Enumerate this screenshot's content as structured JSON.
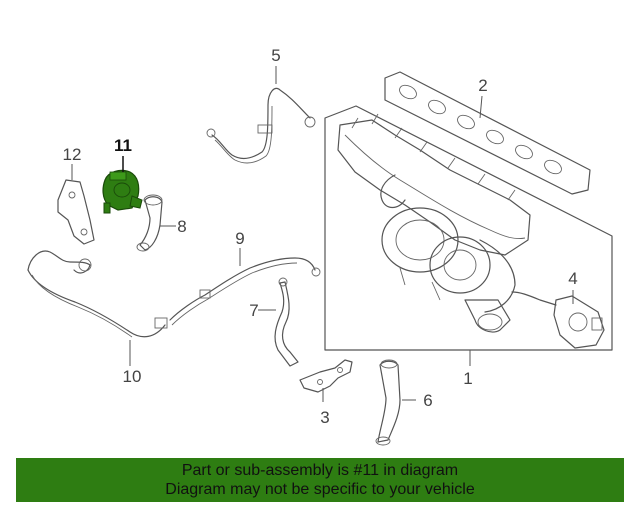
{
  "diagram": {
    "callouts": {
      "c1": "1",
      "c2": "2",
      "c3": "3",
      "c4": "4",
      "c5": "5",
      "c6": "6",
      "c7": "7",
      "c8": "8",
      "c9": "9",
      "c10": "10",
      "c11": "11",
      "c12": "12"
    },
    "highlighted_part": "11",
    "highlight_color": "#2e7d12",
    "line_color": "#555555"
  },
  "banner": {
    "line1": "Part or sub-assembly is #11 in diagram",
    "line2": "Diagram may not be specific to your vehicle",
    "background_color": "#2e7d12"
  }
}
